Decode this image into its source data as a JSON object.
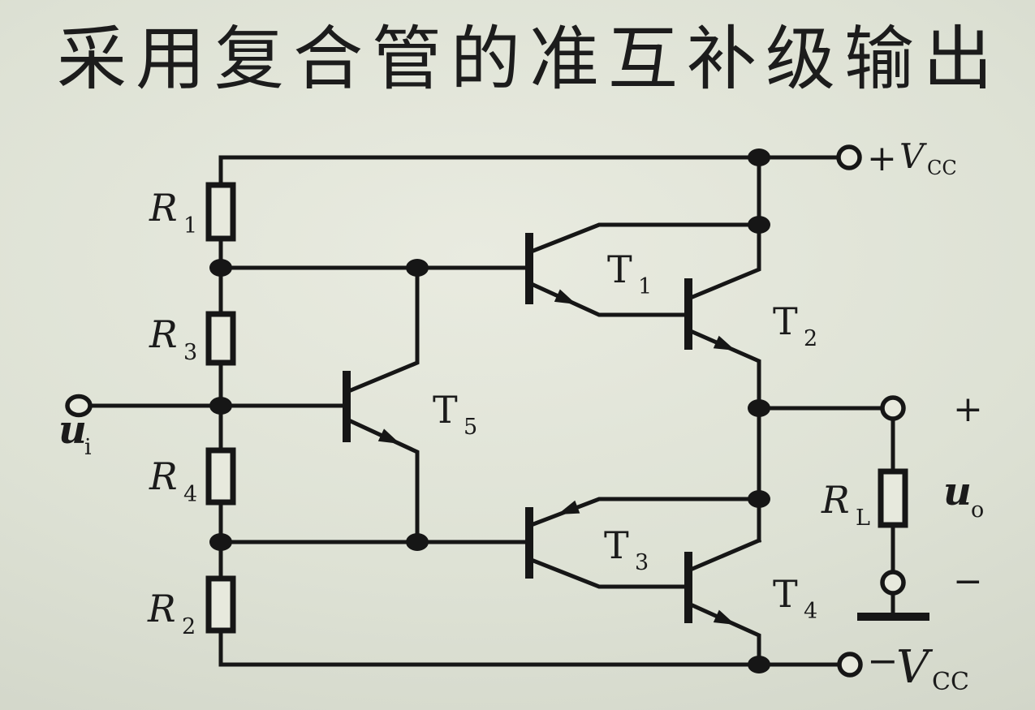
{
  "title": "采用复合管的准互补级输出",
  "colors": {
    "background": "#dde1d4",
    "line": "#161616",
    "text": "#1b1b1b"
  },
  "terminals": {
    "input": {
      "symbol": "u",
      "sub": "i"
    },
    "output": {
      "symbol": "u",
      "sub": "o"
    },
    "supply_positive": {
      "sign": "+",
      "symbol": "V",
      "sub": "CC"
    },
    "supply_negative": {
      "sign": "−",
      "symbol": "V",
      "sub": "CC"
    },
    "output_plus": "+",
    "output_minus": "−"
  },
  "resistors": {
    "r1": {
      "symbol": "R",
      "sub": "1"
    },
    "r2": {
      "symbol": "R",
      "sub": "2"
    },
    "r3": {
      "symbol": "R",
      "sub": "3"
    },
    "r4": {
      "symbol": "R",
      "sub": "4"
    },
    "rl": {
      "symbol": "R",
      "sub": "L"
    }
  },
  "transistors": {
    "t1": {
      "symbol": "T",
      "sub": "1"
    },
    "t2": {
      "symbol": "T",
      "sub": "2"
    },
    "t3": {
      "symbol": "T",
      "sub": "3"
    },
    "t4": {
      "symbol": "T",
      "sub": "4"
    },
    "t5": {
      "symbol": "T",
      "sub": "5"
    }
  }
}
